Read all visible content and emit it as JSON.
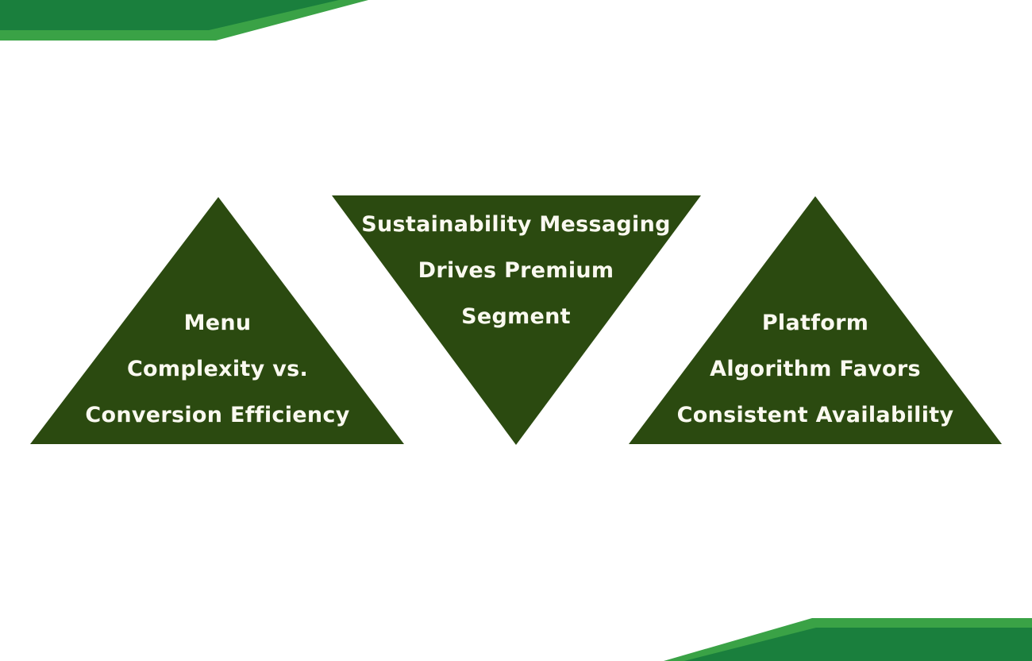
{
  "background_color": "#ffffff",
  "colors": {
    "triangle_fill": "#2B4A10",
    "ribbon_dark": "#1A7F3D",
    "ribbon_light": "#3AA246",
    "text": "#FAF9F0"
  },
  "diagram": {
    "triangles": [
      {
        "id": "left",
        "direction": "up",
        "lines": [
          "Menu",
          "Complexity vs.",
          "Conversion Efficiency"
        ]
      },
      {
        "id": "center",
        "direction": "down",
        "lines": [
          "Sustainability Messaging",
          "Drives Premium",
          "Segment"
        ]
      },
      {
        "id": "right",
        "direction": "up",
        "lines": [
          "Platform",
          "Algorithm Favors",
          "Consistent Availability"
        ]
      }
    ]
  }
}
